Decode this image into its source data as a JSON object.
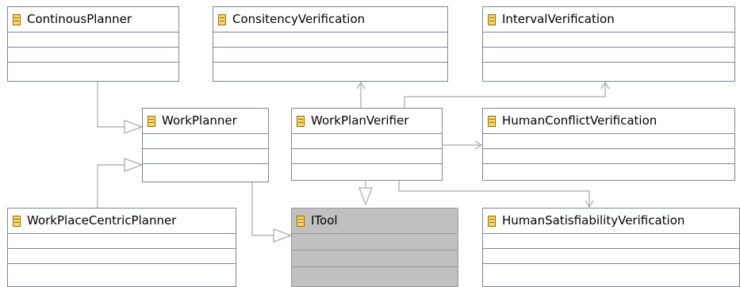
{
  "classes": {
    "continous_planner": "ContinousPlanner",
    "consistency_verification": "ConsitencyVerification",
    "interval_verification": "IntervalVerification",
    "work_planner": "WorkPlanner",
    "work_plan_verifier": "WorkPlanVerifier",
    "human_conflict_verification": "HumanConflictVerification",
    "work_place_centric_planner": "WorkPlaceCentricPlanner",
    "itool": "ITool",
    "human_satisfiability_verification": "HumanSatisfiabilityVerification"
  },
  "icons": {
    "class_icon": "class-icon"
  },
  "colors": {
    "class_fill": "#ffffff",
    "interface_fill": "#c0c0c0",
    "border": "#7a8796",
    "connector": "#a8a8a8",
    "icon_fill": "#f4d86a",
    "icon_stroke": "#9c6a00"
  }
}
